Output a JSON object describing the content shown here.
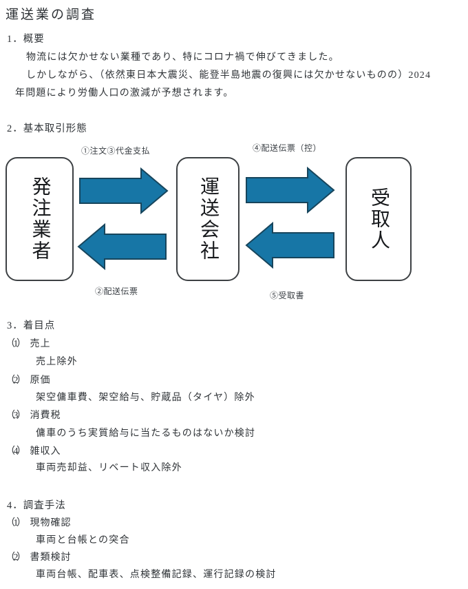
{
  "page": {
    "title": "運送業の調査",
    "colors": {
      "arrow_fill": "#1776a6",
      "arrow_stroke": "#17455c",
      "box_border": "#3c4043",
      "text": "#2f3337"
    },
    "section1": {
      "heading": "1．概要",
      "lines": [
        "物流には欠かせない業種であり、特にコロナ禍で伸びてきました。",
        "しかしながら、（依然東日本大震災、能登半島地震の復興には欠かせないものの）2024",
        "年問題により労働人口の激減が予想されます。"
      ]
    },
    "section2": {
      "heading": "2．基本取引形態"
    },
    "diagram": {
      "boxes": [
        {
          "label": "発注業者"
        },
        {
          "label": "運送会社"
        },
        {
          "label": "受取人"
        }
      ],
      "arrow_labels": {
        "top_left": "①注文③代金支払",
        "top_right": "④配送伝票（控）",
        "bottom_left": "②配送伝票",
        "bottom_right": "⑤受取書"
      }
    },
    "section3": {
      "heading": "3．着目点",
      "items": [
        {
          "no": "（1）",
          "title": "売上",
          "detail": "売上除外"
        },
        {
          "no": "（2）",
          "title": "原価",
          "detail": "架空傭車費、架空給与、貯蔵品（タイヤ）除外"
        },
        {
          "no": "（3）",
          "title": "消費税",
          "detail": "傭車のうち実質給与に当たるものはないか検討"
        },
        {
          "no": "（4）",
          "title": "雑収入",
          "detail": "車両売却益、リベート収入除外"
        }
      ]
    },
    "section4": {
      "heading": "4．調査手法",
      "items": [
        {
          "no": "（1）",
          "title": "現物確認",
          "detail": "車両と台帳との突合"
        },
        {
          "no": "（2）",
          "title": "書類検討",
          "detail": "車両台帳、配車表、点検整備記録、運行記録の検討"
        }
      ]
    }
  }
}
